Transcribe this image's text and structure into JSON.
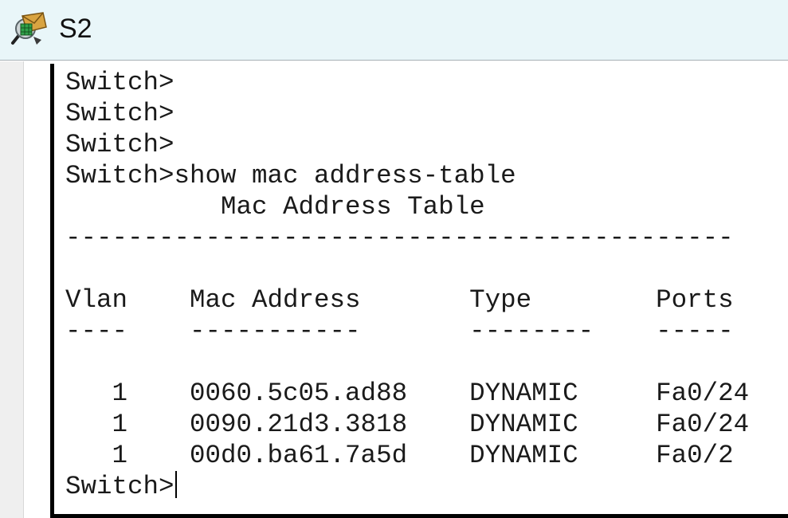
{
  "window": {
    "title": "S2",
    "icon": "switch-config-icon"
  },
  "terminal": {
    "lines": [
      "Switch>",
      "Switch>",
      "Switch>",
      "Switch>show mac address-table",
      "          Mac Address Table",
      "-------------------------------------------",
      "",
      "Vlan    Mac Address       Type        Ports",
      "----    -----------       --------    -----",
      "",
      "   1    0060.5c05.ad88    DYNAMIC     Fa0/24",
      "   1    0090.21d3.3818    DYNAMIC     Fa0/24",
      "   1    00d0.ba61.7a5d    DYNAMIC     Fa0/2"
    ],
    "prompt": "Switch>"
  },
  "colors": {
    "titlebar_bg": "#e9f6f9",
    "terminal_border": "#000000",
    "terminal_text": "#1a1a1a"
  }
}
